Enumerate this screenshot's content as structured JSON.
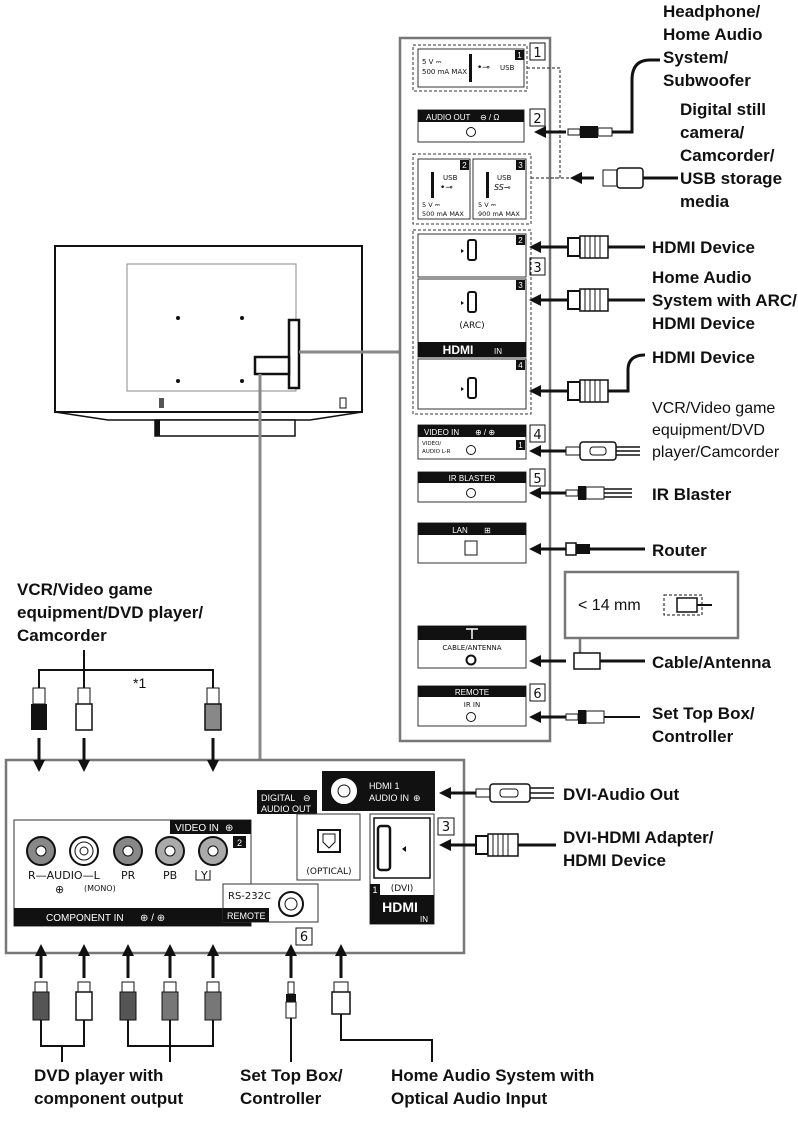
{
  "side_panel": {
    "numbers": [
      "1",
      "2",
      "3",
      "4",
      "5",
      "6"
    ],
    "usb_top": {
      "spec": "5 V ⎓\n500 mA MAX",
      "label": "USB",
      "badge": "1"
    },
    "audio_out": {
      "title": "AUDIO OUT"
    },
    "usb2": {
      "label": "USB",
      "spec": "5 V ⎓\n500 mA MAX",
      "badge": "2"
    },
    "usb3": {
      "label": "USB",
      "spec": "5 V ⎓\n900 mA MAX",
      "badge": "3",
      "logo": "SS"
    },
    "hdmi": {
      "badges": [
        "2",
        "3",
        "4"
      ],
      "arc": "(ARC)",
      "logo": "HDMI",
      "in": "IN"
    },
    "video_in": {
      "title": "VIDEO IN",
      "sub": "VIDEO/\nAUDIO L-R",
      "badge": "1"
    },
    "ir_blaster": {
      "title": "IR BLASTER"
    },
    "lan": {
      "title": "LAN"
    },
    "cable": {
      "title": "CABLE/ANTENNA",
      "inset": "< 14 mm"
    },
    "remote": {
      "title": "REMOTE",
      "sub": "IR IN"
    }
  },
  "right_labels": [
    {
      "id": "headphone",
      "text": "Headphone/\nHome Audio\nSystem/\nSubwoofer"
    },
    {
      "id": "usb",
      "text": "Digital still\ncamera/\nCamcorder/\nUSB storage\nmedia"
    },
    {
      "id": "hdmi2",
      "text": "HDMI Device"
    },
    {
      "id": "hdmi3",
      "text": "Home Audio\nSystem with ARC/\nHDMI Device"
    },
    {
      "id": "hdmi4",
      "text": "HDMI Device"
    },
    {
      "id": "video",
      "text": "VCR/Video game\nequipment/DVD\nplayer/Camcorder"
    },
    {
      "id": "ir",
      "text": "IR Blaster"
    },
    {
      "id": "router",
      "text": "Router"
    },
    {
      "id": "cable",
      "text": "Cable/Antenna"
    },
    {
      "id": "settop",
      "text": "Set Top Box/\nController"
    },
    {
      "id": "dvi_audio",
      "text": "DVI-Audio Out"
    },
    {
      "id": "dvi_hdmi",
      "text": "DVI-HDMI Adapter/\nHDMI Device"
    }
  ],
  "left_labels": {
    "vcr": "VCR/Video game\nequipment/DVD player/\nCamcorder",
    "footnote": "*1"
  },
  "bottom_panel": {
    "video_in": "VIDEO IN",
    "video_badge": "2",
    "audio": "R—AUDIO—L",
    "mono": "(MONO)",
    "pr": "PR",
    "pb": "PB",
    "y": "Y",
    "component_in": "COMPONENT IN",
    "digital": "DIGITAL",
    "audio_out": "AUDIO OUT",
    "optical": "(OPTICAL)",
    "hdmi1": "HDMI 1",
    "audio_in": "AUDIO IN",
    "dvi": "(DVI)",
    "hdmi_logo": "HDMI",
    "hdmi_in": "IN",
    "hdmi_badge": "1",
    "rs232c": "RS-232C",
    "remote": "REMOTE",
    "num3": "3",
    "num6": "6"
  },
  "bottom_labels": {
    "dvd": "DVD player with\ncomponent output",
    "settop": "Set Top Box/\nController",
    "optical": "Home Audio System with\nOptical Audio Input"
  }
}
